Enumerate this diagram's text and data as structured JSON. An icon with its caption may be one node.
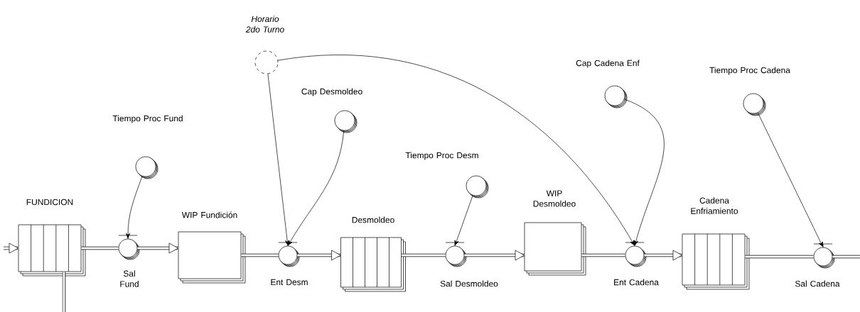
{
  "diagram": {
    "nodes": [
      {
        "text": [
          "FUNDICION"
        ]
      },
      {
        "text": [
          "Tiempo Proc Fund"
        ]
      },
      {
        "text": [
          "Sal Fund"
        ]
      },
      {
        "text": [
          "WIP Fundición"
        ]
      },
      {
        "text": [
          "Horario 2do Turno"
        ]
      },
      {
        "text": [
          "Cap Desmoldeo"
        ]
      },
      {
        "text": [
          "Ent Desm"
        ]
      },
      {
        "text": [
          "Desmoldeo"
        ]
      },
      {
        "text": [
          "Tiempo Proc Desm"
        ]
      },
      {
        "text": [
          "Sal Desmoldeo"
        ]
      },
      {
        "text": [
          "WIP Desmoldeo"
        ]
      },
      {
        "text": [
          "Cap Cadena Enf"
        ]
      },
      {
        "text": [
          "Ent Cadena"
        ]
      },
      {
        "text": [
          "Cadena Enfriamiento"
        ]
      },
      {
        "text": [
          "Tiempo Proc Cadena"
        ]
      },
      {
        "text": [
          "Sal Cadena"
        ]
      }
    ],
    "edges": [
      {
        "from": null,
        "to": 0,
        "arrow": "to"
      },
      {
        "from": null,
        "to": 0,
        "arrow": "none"
      },
      {
        "from": 0,
        "to": 2,
        "arrow": "none"
      },
      {
        "from": 2,
        "to": 3,
        "arrow": "to"
      },
      {
        "from": 3,
        "to": 6,
        "arrow": "none"
      },
      {
        "from": 6,
        "to": 7,
        "arrow": "to"
      },
      {
        "from": 7,
        "to": 9,
        "arrow": "none"
      },
      {
        "from": 9,
        "to": 10,
        "arrow": "to"
      },
      {
        "from": 10,
        "to": 12,
        "arrow": "none"
      },
      {
        "from": 12,
        "to": 13,
        "arrow": "to"
      },
      {
        "from": 13,
        "to": 15,
        "arrow": "none"
      },
      {
        "from": 15,
        "to": null,
        "arrow": "none"
      },
      {
        "from": 1,
        "to": 2,
        "arrow": "to"
      },
      {
        "from": 4,
        "to": 6,
        "arrow": "to"
      },
      {
        "from": 5,
        "to": 6,
        "arrow": "to"
      },
      {
        "from": 8,
        "to": 9,
        "arrow": "to"
      },
      {
        "from": 4,
        "to": 12,
        "arrow": "to"
      },
      {
        "from": 11,
        "to": 12,
        "arrow": "to"
      },
      {
        "from": 14,
        "to": 15,
        "arrow": "to"
      }
    ]
  }
}
